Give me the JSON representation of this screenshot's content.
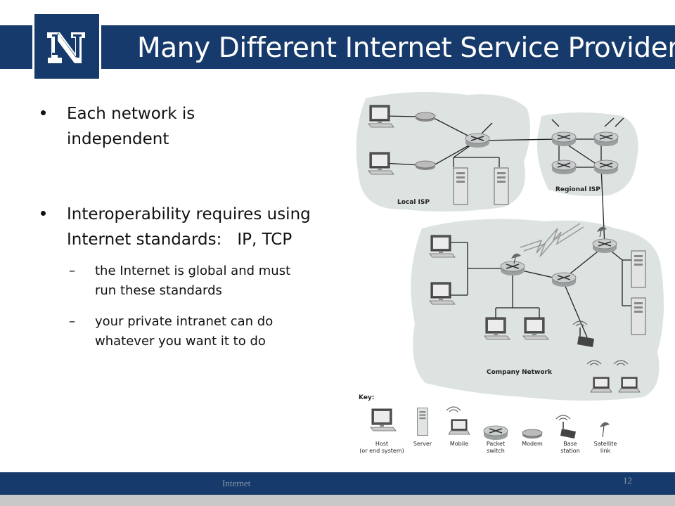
{
  "slide": {
    "title": "Many Different Internet Service Providers",
    "logo_letter": "N",
    "footer_text": "Internet",
    "page_number": "12"
  },
  "bullets": [
    {
      "level": 1,
      "text_lines": [
        "Each network is",
        "independent"
      ]
    },
    {
      "level": 1,
      "text_lines": [
        "Interoperability requires using",
        "Internet standards:   IP, TCP"
      ]
    },
    {
      "level": 2,
      "text_lines": [
        "the Internet is global and must",
        "run these standards"
      ]
    },
    {
      "level": 2,
      "text_lines": [
        "your private intranet can do",
        "whatever you want it to do"
      ]
    }
  ],
  "diagram": {
    "regions": {
      "local_isp": "Local ISP",
      "regional_isp": "Regional ISP",
      "company_network": "Company Network"
    },
    "key": {
      "title": "Key:",
      "items": [
        {
          "label_lines": [
            "Host",
            "(or end system)"
          ],
          "icon": "host-icon"
        },
        {
          "label_lines": [
            "Server"
          ],
          "icon": "server-icon"
        },
        {
          "label_lines": [
            "Mobile"
          ],
          "icon": "mobile-icon"
        },
        {
          "label_lines": [
            "Packet",
            "switch"
          ],
          "icon": "packet-switch-icon"
        },
        {
          "label_lines": [
            "Modem"
          ],
          "icon": "modem-icon"
        },
        {
          "label_lines": [
            "Base",
            "station"
          ],
          "icon": "base-station-icon"
        },
        {
          "label_lines": [
            "Satellite",
            "link"
          ],
          "icon": "satellite-dish-icon"
        }
      ]
    }
  },
  "colors": {
    "header_blue": "#163a6b",
    "cloud_fill": "#dde3e0",
    "footer_strip": "#c8c8c8"
  }
}
